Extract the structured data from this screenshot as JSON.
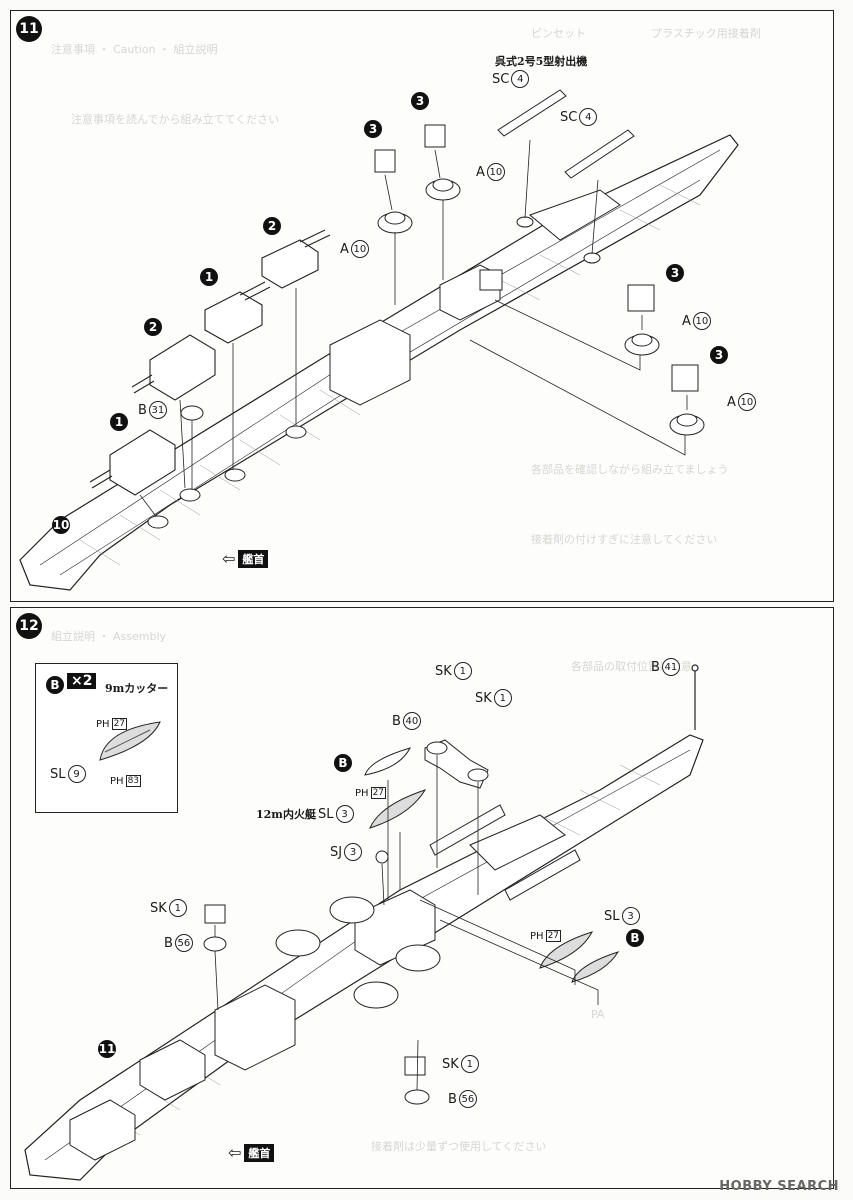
{
  "step11": {
    "badge": "11",
    "catapult_title": "呉式2号5型射出機",
    "bow": "艦首",
    "labels": {
      "sc_a_prefix": "SC",
      "sc_a_num": "4",
      "sc_b_prefix": "SC",
      "sc_b_num": "4",
      "a1_prefix": "A",
      "a1_num": "10",
      "a2_prefix": "A",
      "a2_num": "10",
      "a3_prefix": "A",
      "a3_num": "10",
      "a4_prefix": "A",
      "a4_num": "10",
      "b31_prefix": "B",
      "b31_num": "31"
    },
    "badges": [
      "3",
      "3",
      "2",
      "1",
      "2",
      "1",
      "3",
      "3",
      "10"
    ]
  },
  "step12": {
    "badge": "12",
    "bow": "艦首",
    "inset": {
      "part": "B",
      "count": "×2",
      "title": "9mカッター",
      "sl_prefix": "SL",
      "sl_num": "9",
      "ph_a": "27",
      "ph_b": "83",
      "ph_label": "PH"
    },
    "launch_label": "12m内火艇",
    "labels": {
      "sk1_prefix": "SK",
      "sk1_num": "1",
      "sk2_prefix": "SK",
      "sk2_num": "1",
      "sk3_prefix": "SK",
      "sk3_num": "1",
      "sk4_prefix": "SK",
      "sk4_num": "1",
      "b40_prefix": "B",
      "b40_num": "40",
      "b41_prefix": "B",
      "b41_num": "41",
      "b56a_prefix": "B",
      "b56a_num": "56",
      "b56b_prefix": "B",
      "b56b_num": "56",
      "sl3a_prefix": "SL",
      "sl3a_num": "3",
      "sl3b_prefix": "SL",
      "sl3b_num": "3",
      "sj3_prefix": "SJ",
      "sj3_num": "3",
      "ph27a": "27",
      "ph27b": "27",
      "ph_label": "PH",
      "b_boat_a": "B",
      "b_boat_b": "B"
    },
    "badge11": "11"
  },
  "watermark": "HOBBY SEARCH"
}
